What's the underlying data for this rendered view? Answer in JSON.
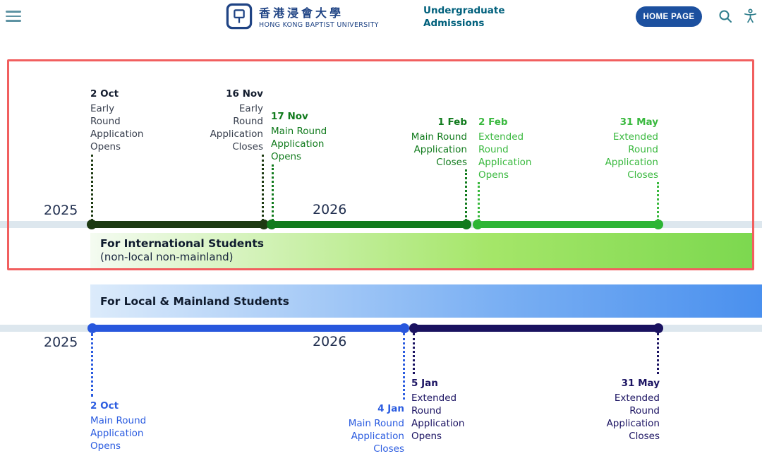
{
  "header": {
    "logo": {
      "name_zh": "香港浸會大學",
      "name_en": "HONG KONG BAPTIST UNIVERSITY"
    },
    "site_title": "Undergraduate\nAdmissions",
    "home_button_label": "HOME PAGE",
    "icons": {
      "menu": "hamburger",
      "search": "magnifier",
      "accessibility": "accessibility-person",
      "logo": "hkbu-emblem"
    }
  },
  "timelines": {
    "international": {
      "label_title": "For International Students",
      "label_subtitle": "(non-local non-mainland)",
      "year_left": "2025",
      "year_right": "2026",
      "milestones": [
        {
          "date": "2 Oct",
          "desc": "Early\nRound\nApplication\nOpens",
          "phase": "early"
        },
        {
          "date": "16 Nov",
          "desc": "Early\nRound\nApplication\nCloses",
          "phase": "early"
        },
        {
          "date": "17 Nov",
          "desc": "Main Round\nApplication\nOpens",
          "phase": "main"
        },
        {
          "date": "1 Feb",
          "desc": "Main Round\nApplication\nCloses",
          "phase": "main"
        },
        {
          "date": "2 Feb",
          "desc": "Extended\nRound\nApplication\nOpens",
          "phase": "extended"
        },
        {
          "date": "31 May",
          "desc": "Extended\nRound\nApplication\nCloses",
          "phase": "extended"
        }
      ]
    },
    "local": {
      "label_title": "For Local & Mainland Students",
      "year_left": "2025",
      "year_right": "2026",
      "milestones": [
        {
          "date": "2 Oct",
          "desc": "Main Round\nApplication\nOpens",
          "phase": "main"
        },
        {
          "date": "4 Jan",
          "desc": "Main Round\nApplication\nCloses",
          "phase": "main"
        },
        {
          "date": "5 Jan",
          "desc": "Extended\nRound\nApplication\nOpens",
          "phase": "extended"
        },
        {
          "date": "31 May",
          "desc": "Extended\nRound\nApplication\nCloses",
          "phase": "extended"
        }
      ]
    }
  },
  "colors": {
    "early_round": "#1d3a12",
    "main_round_international": "#117b1d",
    "extended_round_international": "#2eb535",
    "main_round_local": "#2857dd",
    "extended_round_local": "#1a1260",
    "track": "#dde7ee",
    "highlight_border": "#f15f5f",
    "header_button": "#1c509f",
    "header_teal": "#2e7d8c",
    "logo_blue": "#1f4384"
  }
}
